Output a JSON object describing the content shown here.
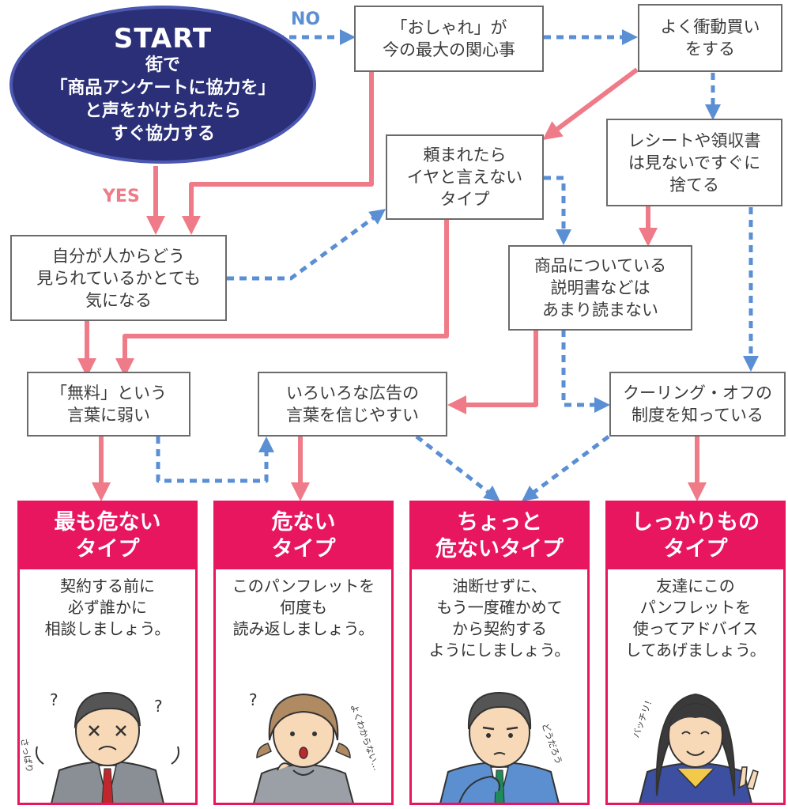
{
  "start": {
    "title": "START",
    "text": "街で\n「商品アンケートに協力を」\nと声をかけられたら\nすぐ協力する"
  },
  "labels": {
    "no": "NO",
    "yes": "YES"
  },
  "nodes": {
    "oshare": "「おしゃれ」が\n今の最大の関心事",
    "shodougai": "よく衝動買い\nをする",
    "tanomareta": "頼まれたら\nイヤと言えない\nタイプ",
    "receipt": "レシートや領収書\nは見ないですぐに\n捨てる",
    "mirareteiru": "自分が人からどう\n見られているかとても\n気になる",
    "setsumeisho": "商品についている\n説明書などは\nあまり読まない",
    "muryou": "「無料」という\n言葉に弱い",
    "koukoku": "いろいろな広告の\n言葉を信じやすい",
    "cooling": "クーリング・オフの\n制度を知っている"
  },
  "results": [
    {
      "title": "最も危ない\nタイプ",
      "advice": "契約する前に\n必ず誰かに\n相談しましょう。",
      "doodle": "さっぱり",
      "character": "confused-businessman"
    },
    {
      "title": "危ない\nタイプ",
      "advice": "このパンフレットを\n何度も\n読み返しましょう。",
      "doodle": "よくわからない…",
      "character": "puzzled-girl"
    },
    {
      "title": "ちょっと\n危ないタイプ",
      "advice": "油断せずに、\nもう一度確かめて\nから契約する\nようにしましょう。",
      "doodle": "どうだろう",
      "character": "thinking-man"
    },
    {
      "title": "しっかりもの\nタイプ",
      "advice": "友達にこの\nパンフレットを\n使ってアドバイス\nしてあげましょう。",
      "doodle": "バッチリ！",
      "character": "confident-student"
    }
  ],
  "colors": {
    "yes_arrow": "#ee7b87",
    "no_arrow": "#5a8fd4",
    "start_fill": "#2a2f78",
    "result_accent": "#e8155f",
    "box_border": "#6b6b6b"
  }
}
